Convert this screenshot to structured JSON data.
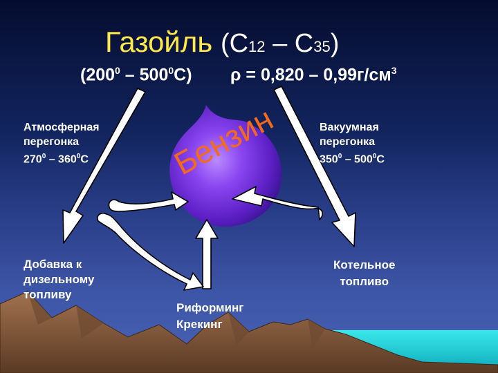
{
  "title": {
    "main": "Газойль",
    "formula_open": "(С",
    "sub1": "12",
    "dash": " – С",
    "sub2": "35",
    "formula_close": ")"
  },
  "temp_range": {
    "text": "(200",
    "sup1": "0",
    "mid": " – 500",
    "sup2": "0",
    "unit": "С)"
  },
  "density": {
    "text": "ρ = 0,820 – 0,99г/см",
    "sup": "3"
  },
  "left_top": {
    "line1": "Атмосферная",
    "line2": "перегонка",
    "t1": "270",
    "s1": "0",
    "mid": " – 360",
    "s2": "0",
    "unit": "С"
  },
  "right_top": {
    "line1": "Вакуумная",
    "line2": "перегонка",
    "t1": "350",
    "s1": "0",
    "mid": " – 500",
    "s2": "0",
    "unit": "С"
  },
  "left_bottom": {
    "line1": "Добавка к",
    "line2": "дизельному",
    "line3": "топливу"
  },
  "right_bottom": {
    "line1": "Котельное",
    "line2": "топливо"
  },
  "center_bottom": {
    "line1": "Риформинг",
    "line2": "Крекинг"
  },
  "drop_label": "Бензин",
  "colors": {
    "title": "#ffe84a",
    "drop": "#7a2fe0",
    "drop_label": "#f36a1c",
    "mountains": "#8a5e3e",
    "sea": "#16d4d8",
    "arrows": "#ffffff"
  }
}
